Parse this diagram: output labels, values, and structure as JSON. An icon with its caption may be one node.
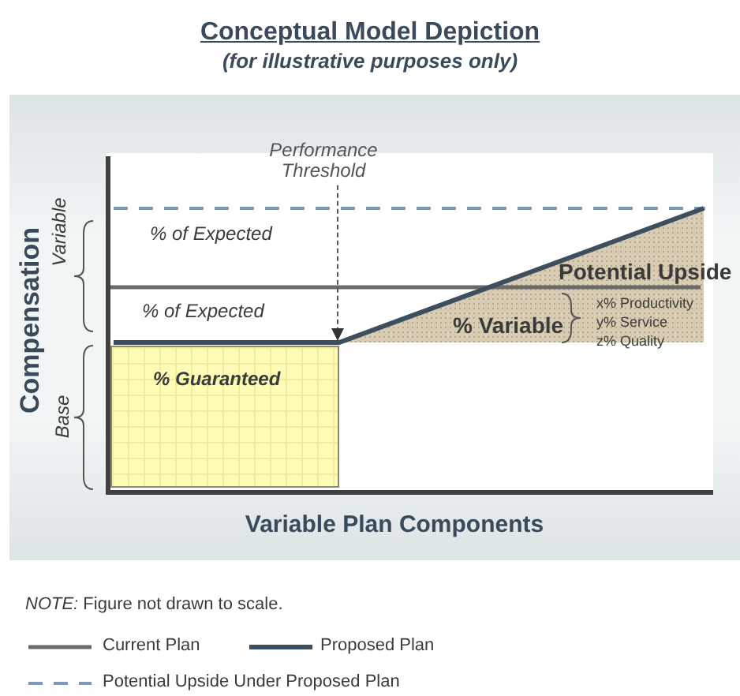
{
  "diagram": {
    "title": "Conceptual Model Depiction",
    "nodes": [
      {
        "text": [
          "Performance Threshold"
        ]
      },
      {
        "text": [
          "% Guaranteed"
        ]
      }
    ],
    "edges": [
      {
        "from": 0,
        "to": 1,
        "arrow": "to",
        "style": "dashed"
      }
    ],
    "labels": [
      "(for illustrative purposes only)",
      "Compensation",
      "Variable",
      "Base",
      "% of Expected",
      "% of Expected",
      "Potential Upside",
      "% Variable",
      "x% Productivity",
      "y% Service",
      "z% Quality",
      "Variable Plan Components",
      "*NOTE:* Figure not drawn to scale."
    ],
    "legend": [
      {
        "text": "Current Plan"
      },
      {
        "text": "Proposed Plan"
      },
      {
        "text": "Potential Upside Under Proposed Plan"
      }
    ]
  }
}
